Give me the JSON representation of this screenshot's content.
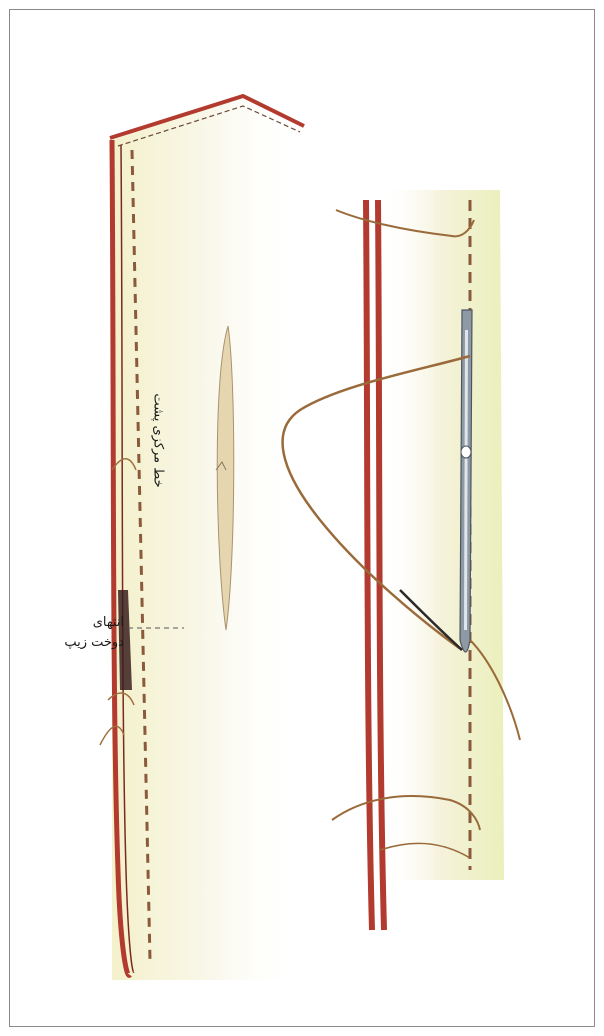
{
  "labels": {
    "center_back_line": "خط مرکزی پشت",
    "zip_end_line1": "انتهای",
    "zip_end_line2": "دوخت زیپ"
  },
  "colors": {
    "seam_red": "#b33a2e",
    "fabric_cream": "#f4efc8",
    "thread_brown": "#9a6a3a",
    "needle_steel": "#7d8a96",
    "frame_border": "#8a8a8a"
  },
  "icons": {
    "needle": "sewing-needle-icon",
    "chalk_mark": "chalk-mark-icon"
  }
}
